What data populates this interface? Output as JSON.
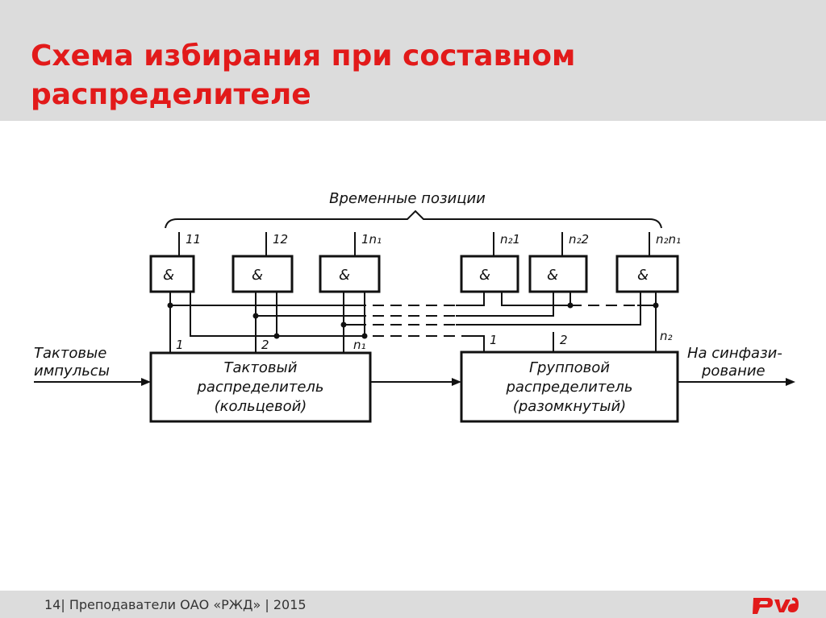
{
  "slide": {
    "title_line1": "Схема избирания при составном",
    "title_line2": "распределителе"
  },
  "diagram": {
    "brace_label": "Временные позиции",
    "gate_symbol": "&",
    "outputs": [
      "11",
      "12",
      "1n₁",
      "n₂1",
      "n₂2",
      "n₂n₁"
    ],
    "clock_distributor": [
      "Тактовый",
      "распределитель",
      "(кольцевой)"
    ],
    "group_distributor": [
      "Групповой",
      "распределитель",
      "(разомкнутый)"
    ],
    "clock_taps": [
      "1",
      "2",
      "n₁"
    ],
    "group_taps": [
      "1",
      "2",
      "n₂"
    ],
    "input_label": [
      "Тактовые",
      "импульсы"
    ],
    "output_label": [
      "На синфази-",
      "рование"
    ]
  },
  "footer": {
    "text": "14|  Преподаватели ОАО «РЖД»  |  2015",
    "logo": "РЖД"
  },
  "colors": {
    "accent": "#e21a1a",
    "band": "#dcdcdc"
  }
}
